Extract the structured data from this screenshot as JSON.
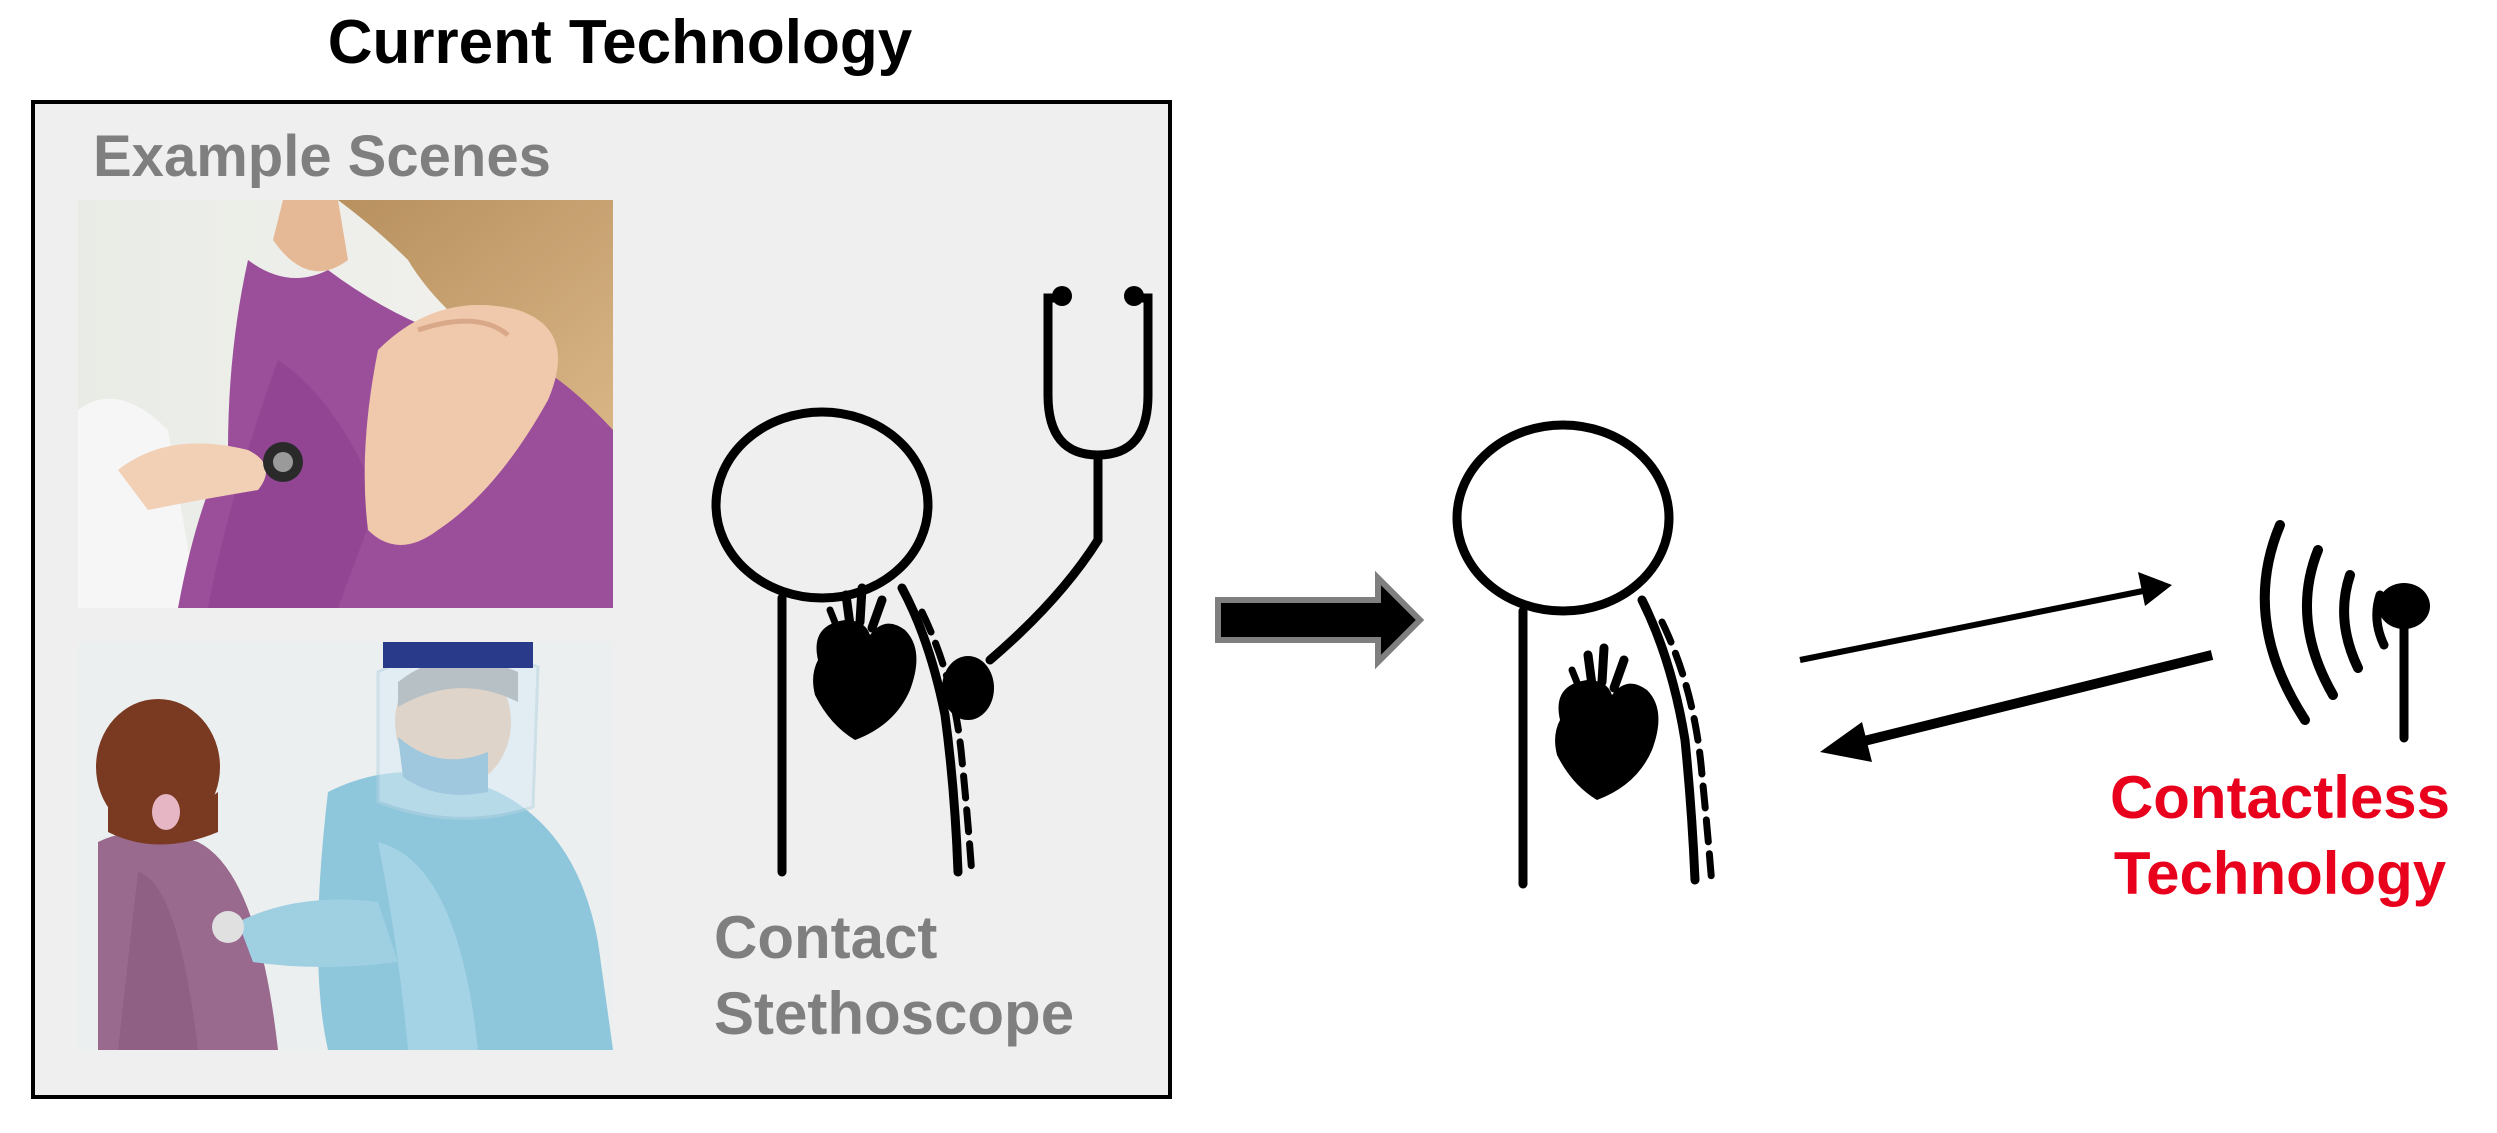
{
  "title": "Current Technology",
  "panel": {
    "scenes_label": "Example Scenes",
    "contact_label_line1": "Contact",
    "contact_label_line2": "Stethoscope"
  },
  "contactless": {
    "line1": "Contactless",
    "line2": "Technology"
  },
  "colors": {
    "panel_bg": "#efefef",
    "grey_text": "#7f7f7f",
    "red_text": "#e8001c",
    "stroke": "#000000"
  },
  "icons": [
    "person-outline-icon",
    "heart-icon",
    "stethoscope-icon",
    "block-arrow-icon",
    "signal-transmitter-icon",
    "double-arrow-icon"
  ]
}
